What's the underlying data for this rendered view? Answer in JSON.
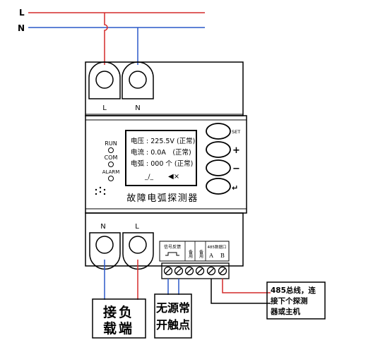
{
  "lines": {
    "l": "L",
    "n": "N"
  },
  "top_terminals": {
    "left": "L",
    "right": "N"
  },
  "bottom_terminals": {
    "left": "N",
    "right": "L"
  },
  "indicators": {
    "run": "RUN",
    "com": "COM",
    "alarm": "ALARM"
  },
  "lcd": {
    "voltage": "电压 : 225.5V (正常)",
    "current": "电流 : 0.0A　(正常)",
    "arc": "电弧 : 000 个 (正常)",
    "switch_symbol": "_/_",
    "mute_symbol": "◀×"
  },
  "buttons": {
    "set": "SET",
    "plus": "+",
    "minus": "−",
    "return": "↵"
  },
  "device_name": "故障电弧探测器",
  "terminal_labels": {
    "signal": "信号反馈",
    "spare": "备用",
    "rs485": "485数据口",
    "a": "A",
    "b": "B"
  },
  "boxes": {
    "load_line1": "接负",
    "load_line2": "载端",
    "contact_line1": "无源常",
    "contact_line2": "开触点",
    "bus_line1": "485总线，连",
    "bus_line2": "接下个探测",
    "bus_line3": "器或主机"
  },
  "colors": {
    "live": "#d42a2a",
    "neutral": "#2a58c8",
    "device": "#000000"
  }
}
